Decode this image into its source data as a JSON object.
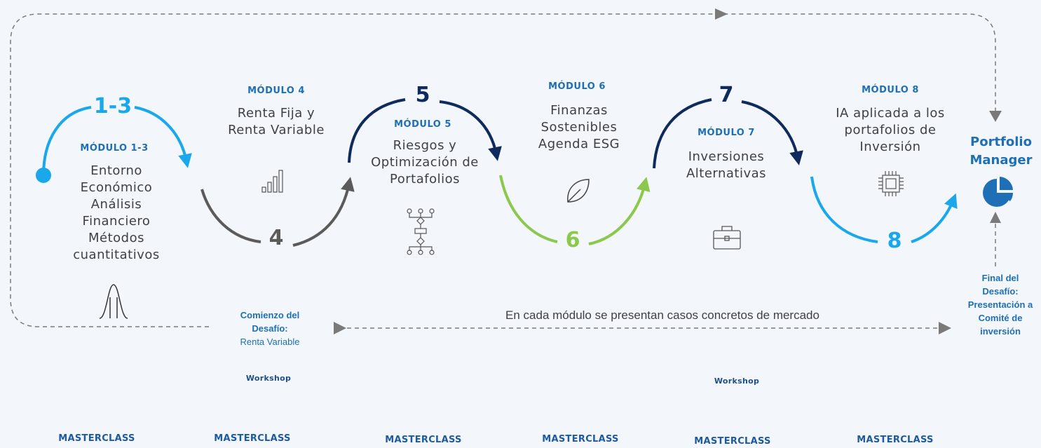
{
  "steps": {
    "s13": "1-3",
    "s4": "4",
    "s5": "5",
    "s6": "6",
    "s7": "7",
    "s8": "8"
  },
  "modules": {
    "m13": {
      "label": "MÓDULO 1-3",
      "lines": [
        "Entorno",
        "Económico",
        "Análisis",
        "Financiero",
        "Métodos",
        "cuantitativos"
      ]
    },
    "m4": {
      "label": "MÓDULO 4",
      "lines": [
        "Renta Fija y",
        "Renta Variable"
      ]
    },
    "m5": {
      "label": "MÓDULO 5",
      "lines": [
        "Riesgos y",
        "Optimización de",
        "Portafolios"
      ]
    },
    "m6": {
      "label": "MÓDULO 6",
      "lines": [
        "Finanzas",
        "Sostenibles",
        "Agenda ESG"
      ]
    },
    "m7": {
      "label": "MÓDULO 7",
      "lines": [
        "Inversiones",
        "Alternativas"
      ]
    },
    "m8": {
      "label": "MÓDULO 8",
      "lines": [
        "IA aplicada a los",
        "portafolios de",
        "Inversión"
      ]
    }
  },
  "portfolio_manager": [
    "Portfolio",
    "Manager"
  ],
  "comienzo": {
    "bold_line1": "Comienzo del",
    "bold_line2": "Desafío:",
    "line3": "Renta Variable"
  },
  "final": [
    "Final del",
    "Desafío:",
    "Presentación a",
    "Comité de",
    "inversión"
  ],
  "casos_text": "En cada módulo se presentan casos concretos de mercado",
  "workshops": [
    "Workshop",
    "Workshop"
  ],
  "masterclasses": [
    "MASTERCLASS",
    "MASTERCLASS",
    "MASTERCLASS",
    "MASTERCLASS",
    "MASTERCLASS",
    "MASTERCLASS"
  ],
  "colors": {
    "cyan": "#1aa7ec",
    "gray": "#5b5b5b",
    "navy": "#0f2a5c",
    "green": "#8cc84b",
    "blue": "#1e6fb5",
    "dashed": "#7a7a7a",
    "text": "#3f3f46"
  },
  "icons": [
    "bell-curve-icon",
    "bar-signal-icon",
    "flowchart-icon",
    "leaf-icon",
    "briefcase-icon",
    "chip-icon",
    "pie-chart-icon"
  ]
}
